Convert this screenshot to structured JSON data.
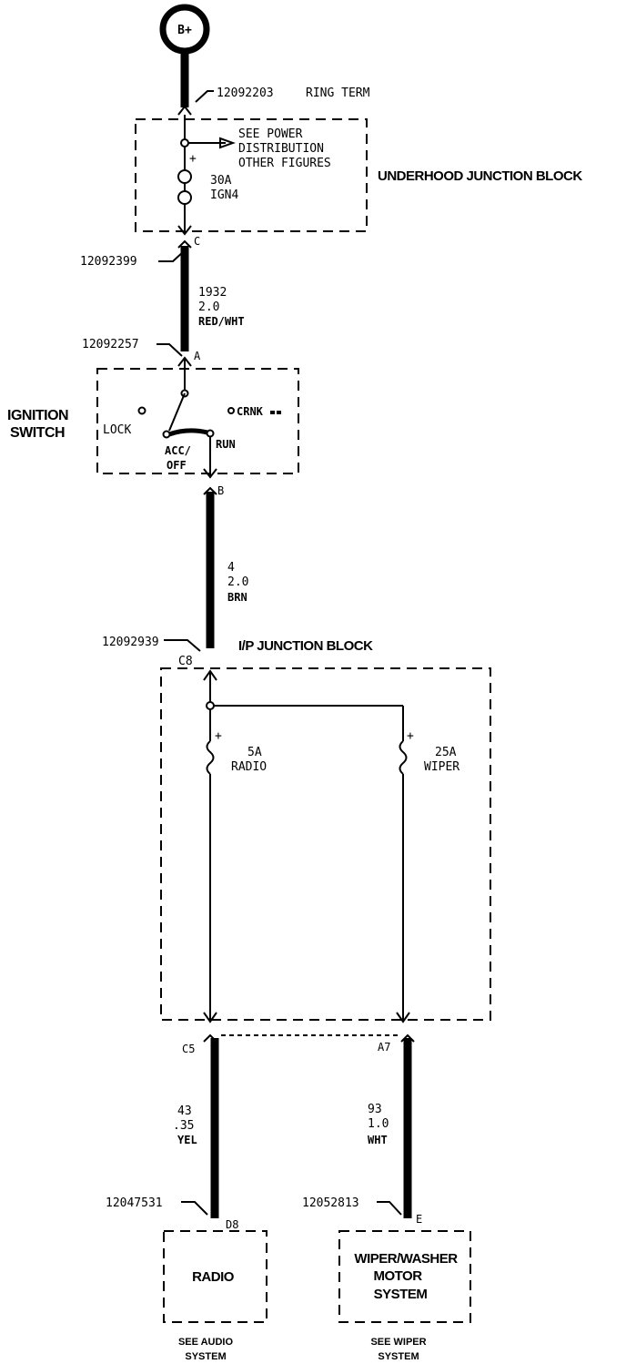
{
  "battery": {
    "label": "B+"
  },
  "connectors": {
    "ring_term": {
      "part": "12092203",
      "label": "RING TERM"
    },
    "ujb_c": {
      "part": "12092399",
      "pin": "C"
    },
    "ign_a": {
      "part": "12092257",
      "pin": "A"
    },
    "ign_b": {
      "pin": "B"
    },
    "ipjb_c8": {
      "part": "12092939",
      "pin": "C8"
    },
    "ipjb_c5": {
      "pin": "C5"
    },
    "ipjb_a7": {
      "pin": "A7"
    },
    "radio_d8": {
      "part": "12047531",
      "pin": "D8"
    },
    "wiper_e": {
      "part": "12052813",
      "pin": "E"
    }
  },
  "underhood_block": {
    "title": "UNDERHOOD JUNCTION BLOCK",
    "see_line1": "SEE POWER",
    "see_line2": "DISTRIBUTION",
    "see_line3": "OTHER FIGURES",
    "fuse_rating": "30A",
    "fuse_name": "IGN4",
    "plus": "+"
  },
  "wires": {
    "w1932": {
      "circuit": "1932",
      "gauge": "2.0",
      "color": "RED/WHT"
    },
    "w4": {
      "circuit": "4",
      "gauge": "2.0",
      "color": "BRN"
    },
    "w43": {
      "circuit": "43",
      "gauge": ".35",
      "color": "YEL"
    },
    "w93": {
      "circuit": "93",
      "gauge": "1.0",
      "color": "WHT"
    }
  },
  "ignition_switch": {
    "title_line1": "IGNITION",
    "title_line2": "SWITCH",
    "lock": "LOCK",
    "crank": "CRNK",
    "acc_line1": "ACC/",
    "acc_line2": "OFF",
    "run": "RUN"
  },
  "ip_block": {
    "title": "I/P JUNCTION BLOCK",
    "fuse_radio_rating": "5A",
    "fuse_radio_name": "RADIO",
    "fuse_wiper_rating": "25A",
    "fuse_wiper_name": "WIPER",
    "plus": "+"
  },
  "components": {
    "radio": {
      "label": "RADIO",
      "see_line1": "SEE AUDIO",
      "see_line2": "SYSTEM"
    },
    "wiper": {
      "label_line1": "WIPER/WASHER",
      "label_line2": "MOTOR",
      "label_line3": "SYSTEM",
      "see_line1": "SEE WIPER",
      "see_line2": "SYSTEM"
    }
  }
}
